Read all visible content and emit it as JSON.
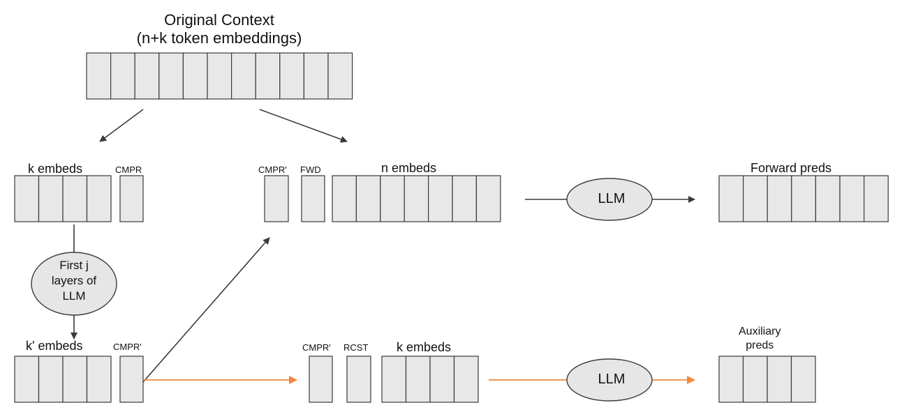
{
  "labels": {
    "original_context_line1": "Original Context",
    "original_context_line2": "(n+k token embeddings)",
    "k_embeds_top": "k embeds",
    "cmpr_top": "CMPR",
    "cmpr_prime_top": "CMPR'",
    "fwd": "FWD",
    "n_embeds": "n embeds",
    "forward_preds": "Forward preds",
    "first_j_line1": "First j",
    "first_j_line2": "layers of",
    "first_j_line3": "LLM",
    "k_prime_embeds": "k' embeds",
    "cmpr_prime_bottom_left": "CMPR'",
    "cmpr_prime_bottom_mid": "CMPR'",
    "rcst": "RCST",
    "k_embeds_bottom": "k embeds",
    "aux_line1": "Auxiliary",
    "aux_line2": "preds",
    "llm_top": "LLM",
    "llm_bottom": "LLM"
  },
  "colors": {
    "cell_fill": "#e8e8e8",
    "stroke": "#3a3a3a",
    "orange_arrow": "#f0883e",
    "node_fill": "#e6e6e6"
  }
}
